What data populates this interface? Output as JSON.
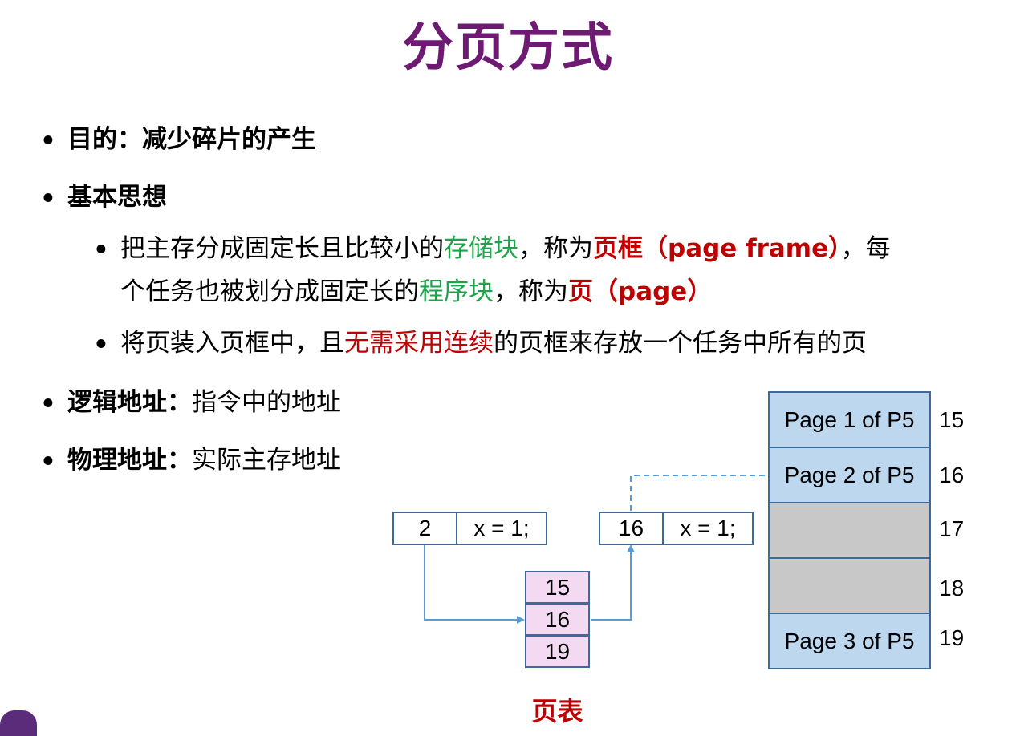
{
  "title": "分页方式",
  "bullets": {
    "b1": "目的：减少碎片的产生",
    "b2": "基本思想",
    "s1_a": "把主存分成固定长且比较小的",
    "s1_green": "存储块",
    "s1_b": "，称为",
    "s1_red": "页框（page  frame）",
    "s1_c": "，每",
    "s1_d": "个任务也被划分成固定长的",
    "s1_green2": "程序块",
    "s1_e": "，称为",
    "s1_red2": "页（page）",
    "s2_a": "将页装入页框中，且",
    "s2_red": "无需采用连续",
    "s2_b": "的页框来存放一个任务中所有的页",
    "b3_label": "逻辑地址：",
    "b3_text": "指令中的地址",
    "b4_label": "物理地址：",
    "b4_text": "实际主存地址",
    "dot": "•"
  },
  "logical_address": {
    "page": "2",
    "offset": "x = 1;"
  },
  "physical_address": {
    "frame": "16",
    "offset": "x = 1;"
  },
  "page_table": {
    "entries": [
      "15",
      "16",
      "19"
    ],
    "caption": "页表"
  },
  "memory_frames": [
    {
      "number": "15",
      "label": "Page 1 of P5",
      "used": true
    },
    {
      "number": "16",
      "label": "Page 2 of P5",
      "used": true
    },
    {
      "number": "17",
      "label": "",
      "used": false
    },
    {
      "number": "18",
      "label": "",
      "used": false
    },
    {
      "number": "19",
      "label": "Page 3 of P5",
      "used": true
    }
  ],
  "colors": {
    "title": "#6e1a73",
    "green": "#1fa34a",
    "red": "#c00000",
    "frame_used": "#bdd7ee",
    "frame_empty": "#c8c8c8",
    "page_table_cell": "#f3d9f1",
    "border": "#3e6b96",
    "arrow": "#5b9bd5"
  }
}
